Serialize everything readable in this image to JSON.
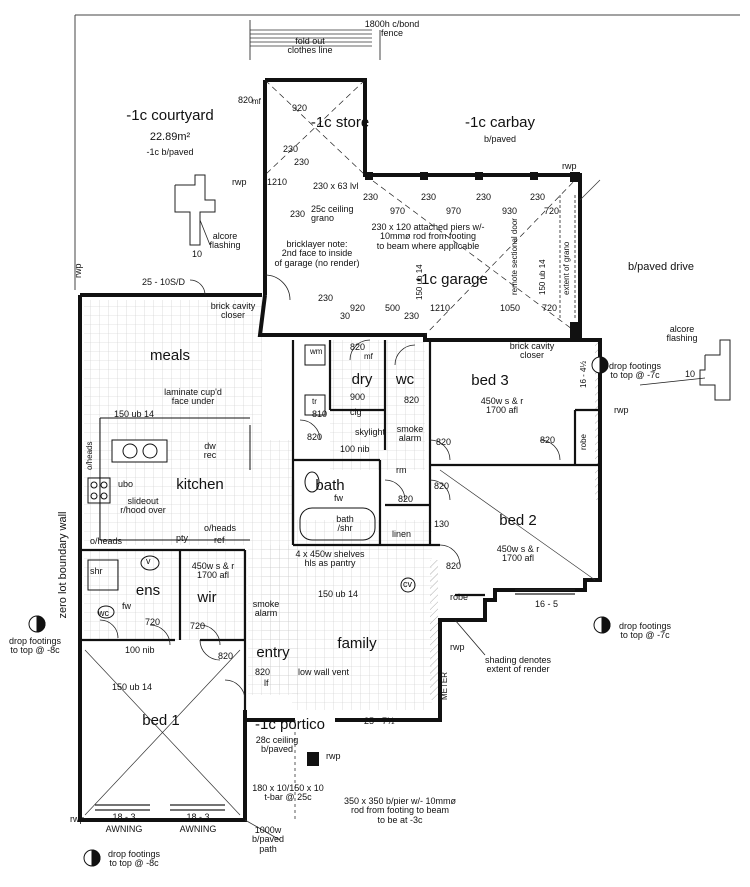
{
  "rooms": {
    "courtyard": "-1c courtyard",
    "courtyard_area": "22.89m²",
    "courtyard_note": "-1c b/paved",
    "store": "-1c store",
    "carbay": "-1c carbay",
    "carbay_note": "b/paved",
    "garage": "-1c garage",
    "meals": "meals",
    "kitchen": "kitchen",
    "dry": "dry",
    "wc": "wc",
    "bed3": "bed 3",
    "bed2": "bed 2",
    "bed1": "bed 1",
    "bath": "bath",
    "ens": "ens",
    "wir": "wir",
    "entry": "entry",
    "family": "family",
    "portico": "-1c portico",
    "linen": "linen",
    "robe": "robe",
    "shr": "shr",
    "pty": "pty",
    "ref": "ref"
  },
  "notes": {
    "fold_out_line_1": "fold out",
    "fold_out_line_2": "clothes line",
    "fence_1": "1800h c/bond",
    "fence_2": "fence",
    "attached_piers_1": "230 x 120 attached piers w/-",
    "attached_piers_2": "10mmø rod from footing",
    "attached_piers_3": "to beam where applicable",
    "bricklayer_1": "bricklayer note:",
    "bricklayer_2": "2nd face to inside",
    "bricklayer_3": "of garage (no render)",
    "ceiling_25c_1": "25c ceiling",
    "ceiling_25c_2": "grano",
    "alcore_1": "alcore",
    "alcore_2": "flashing",
    "brick_cavity_1": "brick cavity",
    "brick_cavity_2": "closer",
    "bpaved_drive": "b/paved drive",
    "drop_footings_7c_a_1": "drop footings",
    "drop_footings_7c_a_2": "to top @ -7c",
    "drop_footings_7c_b_1": "drop footings",
    "drop_footings_7c_b_2": "to top @ -7c",
    "drop_footings_8c_a_1": "drop footings",
    "drop_footings_8c_a_2": "to top @ -8c",
    "drop_footings_8c_b_1": "drop footings",
    "drop_footings_8c_b_2": "to top @ -8c",
    "laminate_1": "laminate cup'd",
    "laminate_2": "face under",
    "slideout_1": "slideout",
    "slideout_2": "r/hood over",
    "shelves_1": "4 x 450w shelves",
    "shelves_2": "hls as pantry",
    "shading_1": "shading denotes",
    "shading_2": "extent of render",
    "portico_ceiling_1": "28c ceiling",
    "portico_ceiling_2": "b/paved",
    "tbar_1": "180 x 10/150 x 10",
    "tbar_2": "t-bar @ 25c",
    "pier_1": "350 x 350 b/pier w/- 10mmø",
    "pier_2": "rod from footing to beam",
    "pier_3": "to be at -3c",
    "path_1": "1000w",
    "path_2": "b/paved",
    "path_3": "path",
    "zero_lot": "zero lot boundary wall",
    "remote_door_1": "remote",
    "remote_door_2": "sectional door",
    "extent_grano": "extent of grano",
    "low_wall_vent": "low wall vent",
    "smoke_alarm_1": "smoke",
    "smoke_alarm_2": "alarm",
    "smoke_alarm_b_1": "smoke",
    "smoke_alarm_b_2": "alarm",
    "skylight": "skylight",
    "dw_rec_1": "dw",
    "dw_rec_2": "rec",
    "o_heads_a": "o/heads",
    "o_heads_b": "o/heads",
    "o_heads_c": "o/heads",
    "ubo": "ubo",
    "bed3_robe_1": "450w s & r",
    "bed3_robe_2": "1700 afl",
    "bed2_robe_1": "450w s & r",
    "bed2_robe_2": "1700 afl",
    "wir_robe_1": "450w s & r",
    "wir_robe_2": "1700 afl",
    "awning_a": "AWNING",
    "awning_b": "AWNING",
    "meter": "METER",
    "bath_shr": "bath\n/shr",
    "fw_a": "fw",
    "fw_b": "fw",
    "fw_c": "fw",
    "dry_wm": "wm",
    "dry_tr": "tr",
    "cv": "cv",
    "v": "v",
    "lf": "lf",
    "wc_ens": "wc",
    "rwp": "rwp"
  },
  "dims": {
    "d820_mf": "820",
    "mf": "mf",
    "d920_a": "920",
    "d230_a": "230",
    "d230_b": "230",
    "d1210_a": "1210",
    "d230_c": "230",
    "d230_63": "230 x 63 lvl",
    "d230_d": "230",
    "d970_a": "970",
    "d230_e": "230",
    "d970_b": "970",
    "d230_f": "230",
    "d930": "930",
    "d230_g": "230",
    "d720_a": "720",
    "d25_10": "25 - 10S/D",
    "d150ub14_g": "150 ub 14",
    "d150ub14_g2": "150 ub 14",
    "d230_h": "230",
    "d30": "30",
    "d920_b": "920",
    "d500": "500",
    "d230_i": "230",
    "d1210_b": "1210",
    "d1050_a": "1050",
    "d720_b": "720",
    "d16_4": "16 - 4½",
    "d10_a": "10",
    "d10_b": "10",
    "d820_a": "820",
    "d900": "900",
    "d820_b": "820",
    "d810": "810",
    "d150ub14_m": "150 ub 14",
    "d820_c": "820",
    "d820_d": "820",
    "d100nib_a": "100 nib",
    "d820_e": "820",
    "d820_f": "820",
    "d820_g": "820",
    "d130": "130",
    "d820_h": "820",
    "d150ub14_f": "150 ub 14",
    "d16_5": "16 - 5",
    "d720_c": "720",
    "d720_d": "720",
    "d100nib_b": "100 nib",
    "d820_i": "820",
    "d820_j": "820",
    "d150ub14_b": "150 ub 14",
    "d25_7": "25 - 7½",
    "d18_3_a": "18 - 3",
    "d18_3_b": "18 - 3",
    "d820_k": "820"
  }
}
